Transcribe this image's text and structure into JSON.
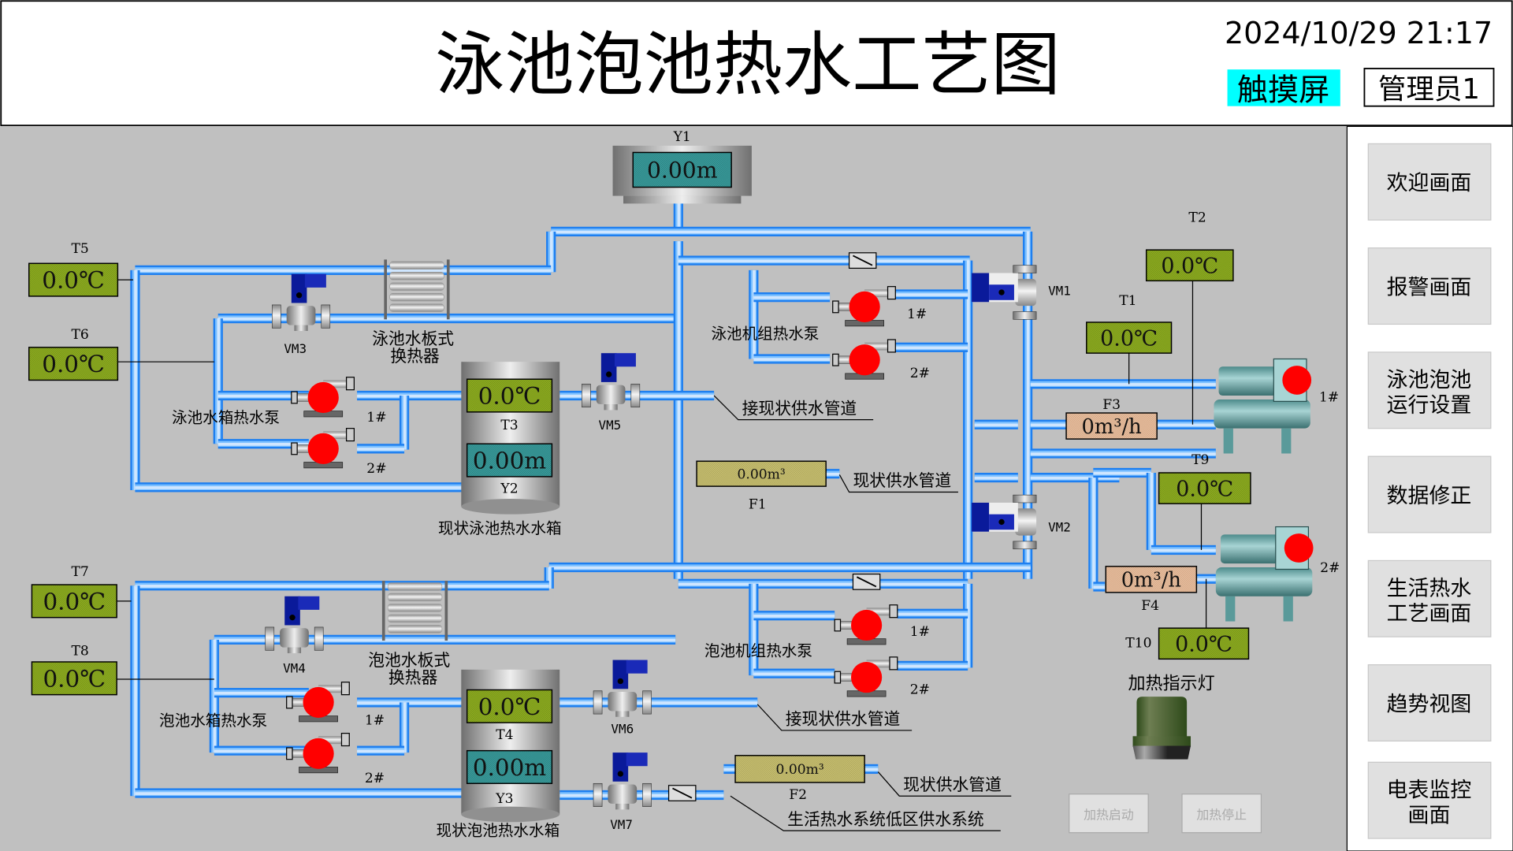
{
  "header": {
    "title": "泳池泡池热水工艺图",
    "datetime": "2024/10/29 21:17",
    "mode_badge": "触摸屏",
    "user": "管理员1"
  },
  "colors": {
    "canvas_bg": "#c0c0c0",
    "pipe_dark": "#1e7ff0",
    "pipe_light": "#cfe6ff",
    "temp_display_bg": "#8fa820",
    "level_display_bg": "#3a9a9a",
    "flow_display_bg": "#f0c8a8",
    "totalizer_bg": "#c8c070",
    "pump_on": "#ff0000",
    "touch_badge": "#00ffff"
  },
  "nav": [
    {
      "label": "欢迎画面"
    },
    {
      "label": "报警画面"
    },
    {
      "label": "泳池泡池\n运行设置",
      "line1": "泳池泡池",
      "line2": "运行设置"
    },
    {
      "label": "数据修正"
    },
    {
      "label": "生活热水\n工艺画面",
      "line1": "生活热水",
      "line2": "工艺画面"
    },
    {
      "label": "趋势视图"
    },
    {
      "label": "电表监控\n画面",
      "line1": "电表监控",
      "line2": "画面"
    }
  ],
  "sensors": {
    "Y1": {
      "tag": "Y1",
      "value": "0.00m"
    },
    "Y2": {
      "tag": "Y2",
      "value": "0.00m"
    },
    "Y3": {
      "tag": "Y3",
      "value": "0.00m"
    },
    "T1": {
      "tag": "T1",
      "value": "0.0℃"
    },
    "T2": {
      "tag": "T2",
      "value": "0.0℃"
    },
    "T3": {
      "tag": "T3",
      "value": "0.0℃"
    },
    "T4": {
      "tag": "T4",
      "value": "0.0℃"
    },
    "T5": {
      "tag": "T5",
      "value": "0.0℃"
    },
    "T6": {
      "tag": "T6",
      "value": "0.0℃"
    },
    "T7": {
      "tag": "T7",
      "value": "0.0℃"
    },
    "T8": {
      "tag": "T8",
      "value": "0.0℃"
    },
    "T9": {
      "tag": "T9",
      "value": "0.0℃"
    },
    "T10": {
      "tag": "T10",
      "value": "0.0℃"
    },
    "F1": {
      "tag": "F1",
      "value": "0.00m³"
    },
    "F2": {
      "tag": "F2",
      "value": "0.00m³"
    },
    "F3": {
      "tag": "F3",
      "value": "0m³/h"
    },
    "F4": {
      "tag": "F4",
      "value": "0m³/h"
    }
  },
  "valves": {
    "VM1": "VM1",
    "VM2": "VM2",
    "VM3": "VM3",
    "VM4": "VM4",
    "VM5": "VM5",
    "VM6": "VM6",
    "VM7": "VM7"
  },
  "labels": {
    "swim_hx": [
      "泳池水板式",
      "换热器"
    ],
    "spa_hx": [
      "泡池水板式",
      "换热器"
    ],
    "swim_tank_pump": "泳池水箱热水泵",
    "spa_tank_pump": "泡池水箱热水泵",
    "swim_unit_pump": "泳池机组热水泵",
    "spa_unit_pump": "泡池机组热水泵",
    "swim_tank": "现状泳池热水水箱",
    "spa_tank": "现状泡池热水水箱",
    "to_supply_1": "接现状供水管道",
    "to_supply_2": "接现状供水管道",
    "supply_pipe_1": "现状供水管道",
    "supply_pipe_2": "现状供水管道",
    "low_zone": "生活热水系统低区供水系统",
    "heat_light": "加热指示灯",
    "p1": "1#",
    "p2": "2#",
    "chiller1": "1#",
    "chiller2": "2#"
  },
  "controls": {
    "heat_start": "加热启动",
    "heat_stop": "加热停止"
  }
}
